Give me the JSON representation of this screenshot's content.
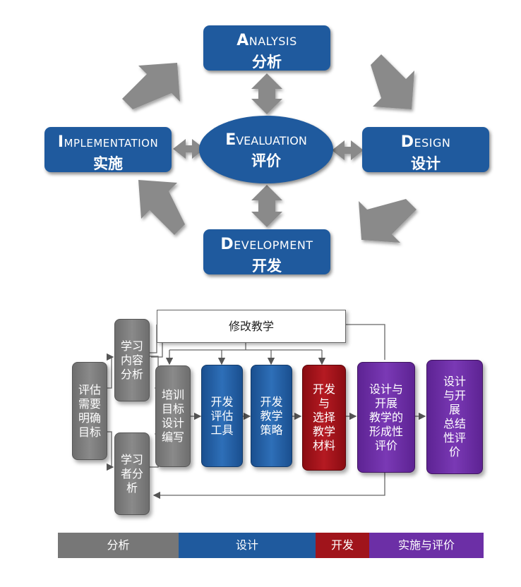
{
  "addie": {
    "analysis": {
      "cap": "A",
      "rest": "NALYSIS",
      "cn": "分析"
    },
    "design": {
      "cap": "D",
      "rest": "ESIGN",
      "cn": "设计"
    },
    "development": {
      "cap": "D",
      "rest": "EVELOPMENT",
      "cn": "开发"
    },
    "implementation": {
      "cap": "I",
      "rest": "MPLEMENTATION",
      "cn": "实施"
    },
    "evaluation": {
      "cap": "E",
      "rest": "VEALUATION",
      "cn": "评价"
    },
    "colors": {
      "box": "#1f5a9e",
      "arrow": "#888888"
    }
  },
  "process": {
    "revise": "修改教学",
    "assess_needs": [
      "评估",
      "需要",
      "明确",
      "目标"
    ],
    "analyze_content": [
      "学习",
      "内容",
      "分析"
    ],
    "analyze_learner": [
      "学习",
      "者分",
      "析"
    ],
    "write_objectives": [
      "培训",
      "目标",
      "设计",
      "编写"
    ],
    "develop_assessment": [
      "开发",
      "评估",
      "工具"
    ],
    "develop_strategy": [
      "开发",
      "教学",
      "策略"
    ],
    "select_materials": [
      "开发",
      "与",
      "选择",
      "教学",
      "材料"
    ],
    "formative_eval": [
      "设计与",
      "开展",
      "教学的",
      "形成性",
      "评价"
    ],
    "summative_eval": [
      "设计",
      "与开",
      "展",
      "总结",
      "性评",
      "价"
    ],
    "colors": {
      "gray": "#7a7a7a",
      "blue": "#2563a8",
      "red": "#a0141b",
      "purple": "#6c2fa6"
    }
  },
  "phases": [
    {
      "label": "分析",
      "color": "#777777"
    },
    {
      "label": "设计",
      "color": "#1f5a9e"
    },
    {
      "label": "开发",
      "color": "#a0141b"
    },
    {
      "label": "实施与评价",
      "color": "#6c2fa6"
    }
  ]
}
